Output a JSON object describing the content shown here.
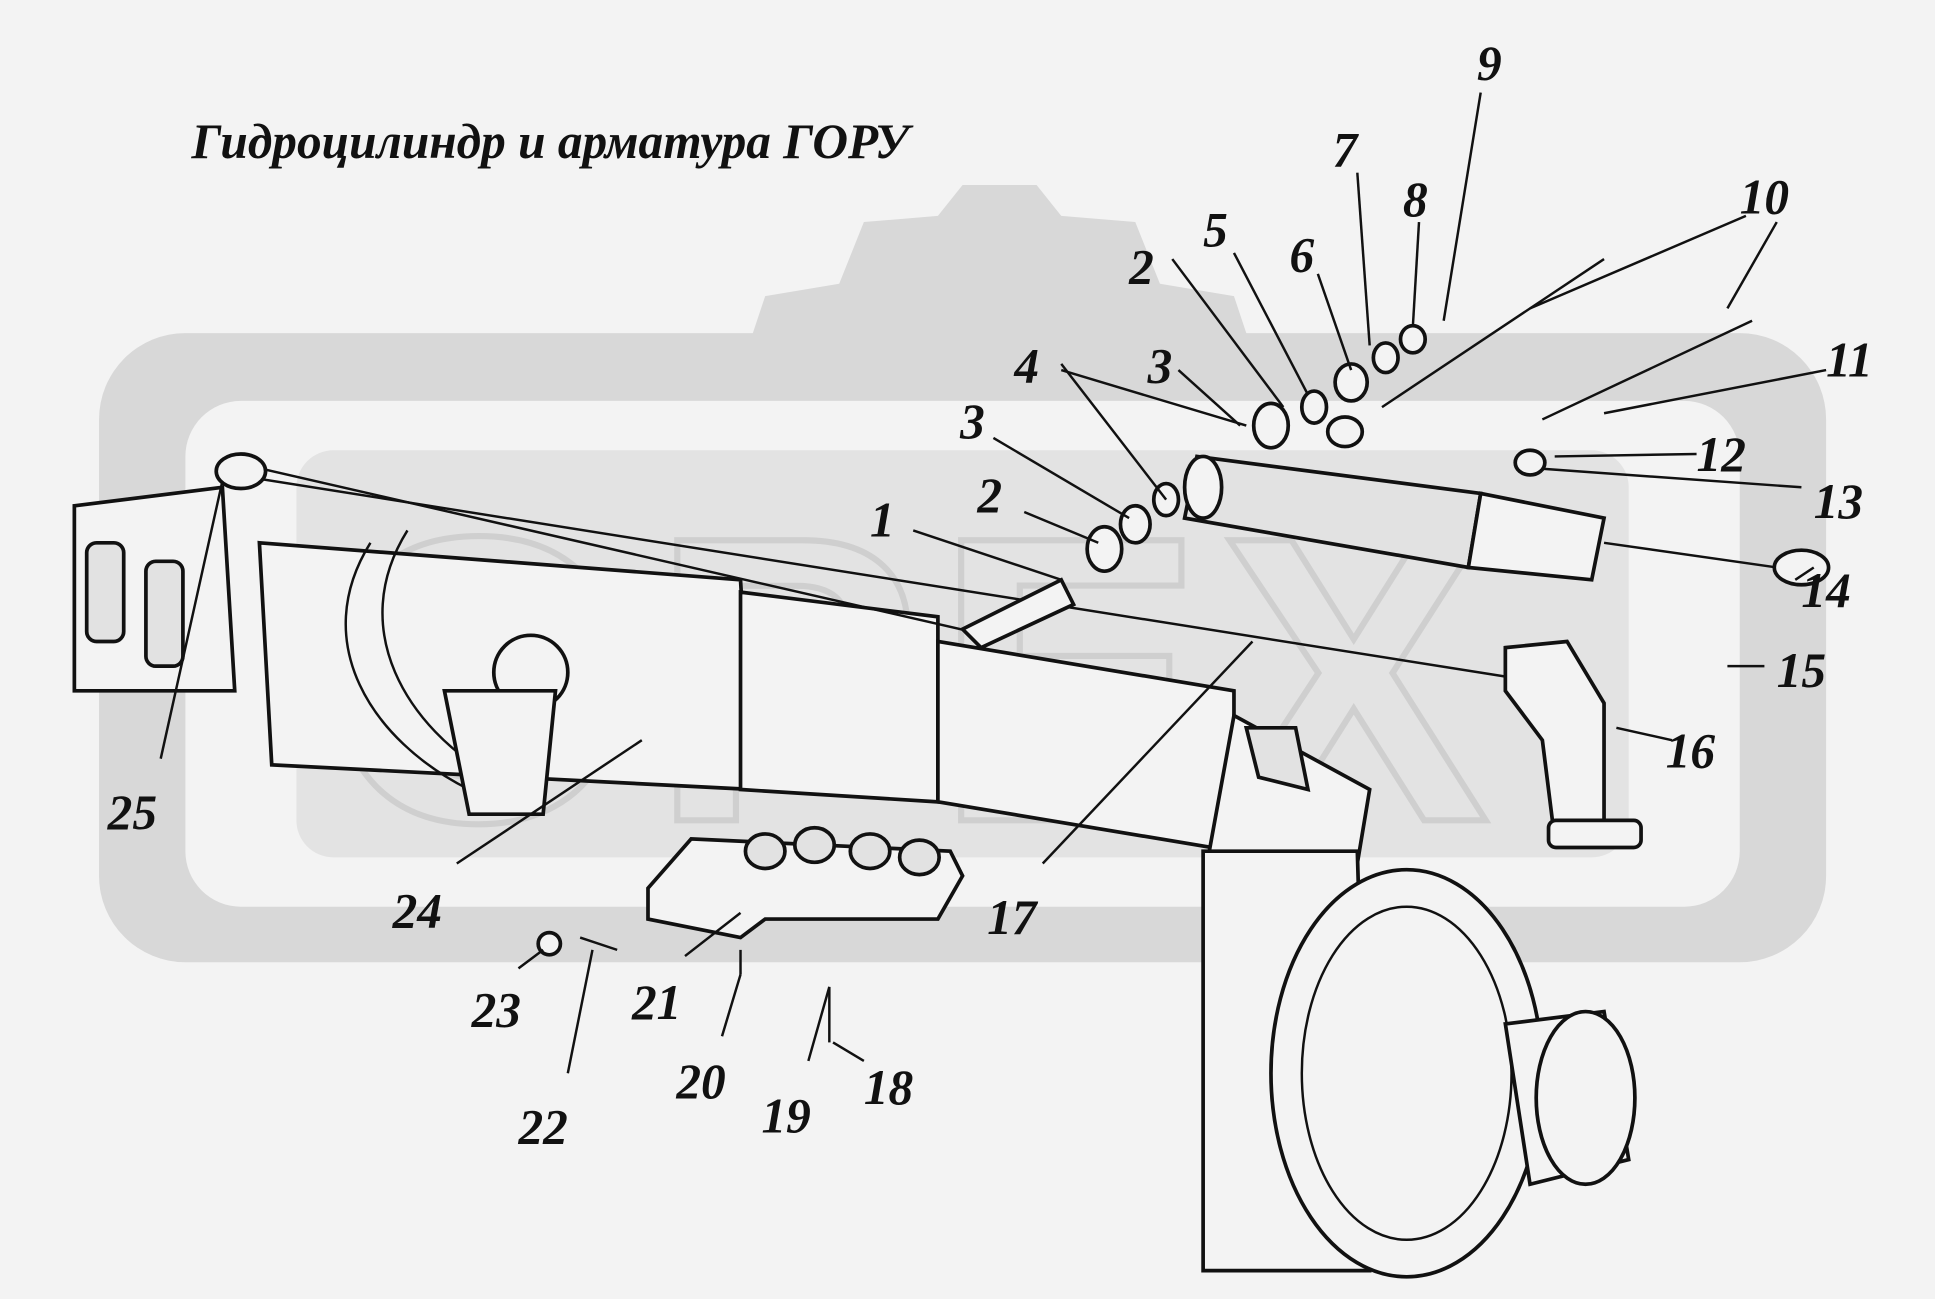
{
  "title": "Гидроцилиндр и арматура ГОРУ",
  "watermark": "OPEX",
  "colors": {
    "background": "#f3f3f3",
    "watermark": "#d8d8d8",
    "ink": "#111111"
  },
  "callouts": [
    "1",
    "2",
    "2",
    "3",
    "3",
    "4",
    "5",
    "6",
    "7",
    "8",
    "9",
    "10",
    "11",
    "12",
    "13",
    "14",
    "15",
    "16",
    "17",
    "18",
    "19",
    "20",
    "21",
    "22",
    "23",
    "24",
    "25"
  ]
}
